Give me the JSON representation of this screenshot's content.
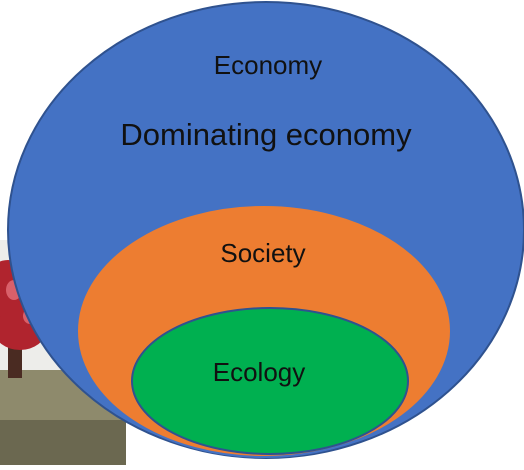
{
  "diagram": {
    "outer_label": "Economy",
    "outer_subtitle": "Dominating economy",
    "middle_label": "Society",
    "inner_label": "Ecology",
    "colors": {
      "economy_fill": "#4472C4",
      "economy_stroke": "#2F528F",
      "society_fill": "#ED7D31",
      "society_stroke": "#4472C4",
      "ecology_fill": "#00B050",
      "ecology_stroke": "#2F528F"
    },
    "photo": {
      "icon": "tree-photo-icon",
      "colors": {
        "foliage": "#B0242E",
        "foliage_light": "#D9606A",
        "trunk": "#4A2B22",
        "ground": "#8E8A6C",
        "ground_dark": "#6B6850",
        "sky": "#EDEDEA"
      }
    }
  }
}
